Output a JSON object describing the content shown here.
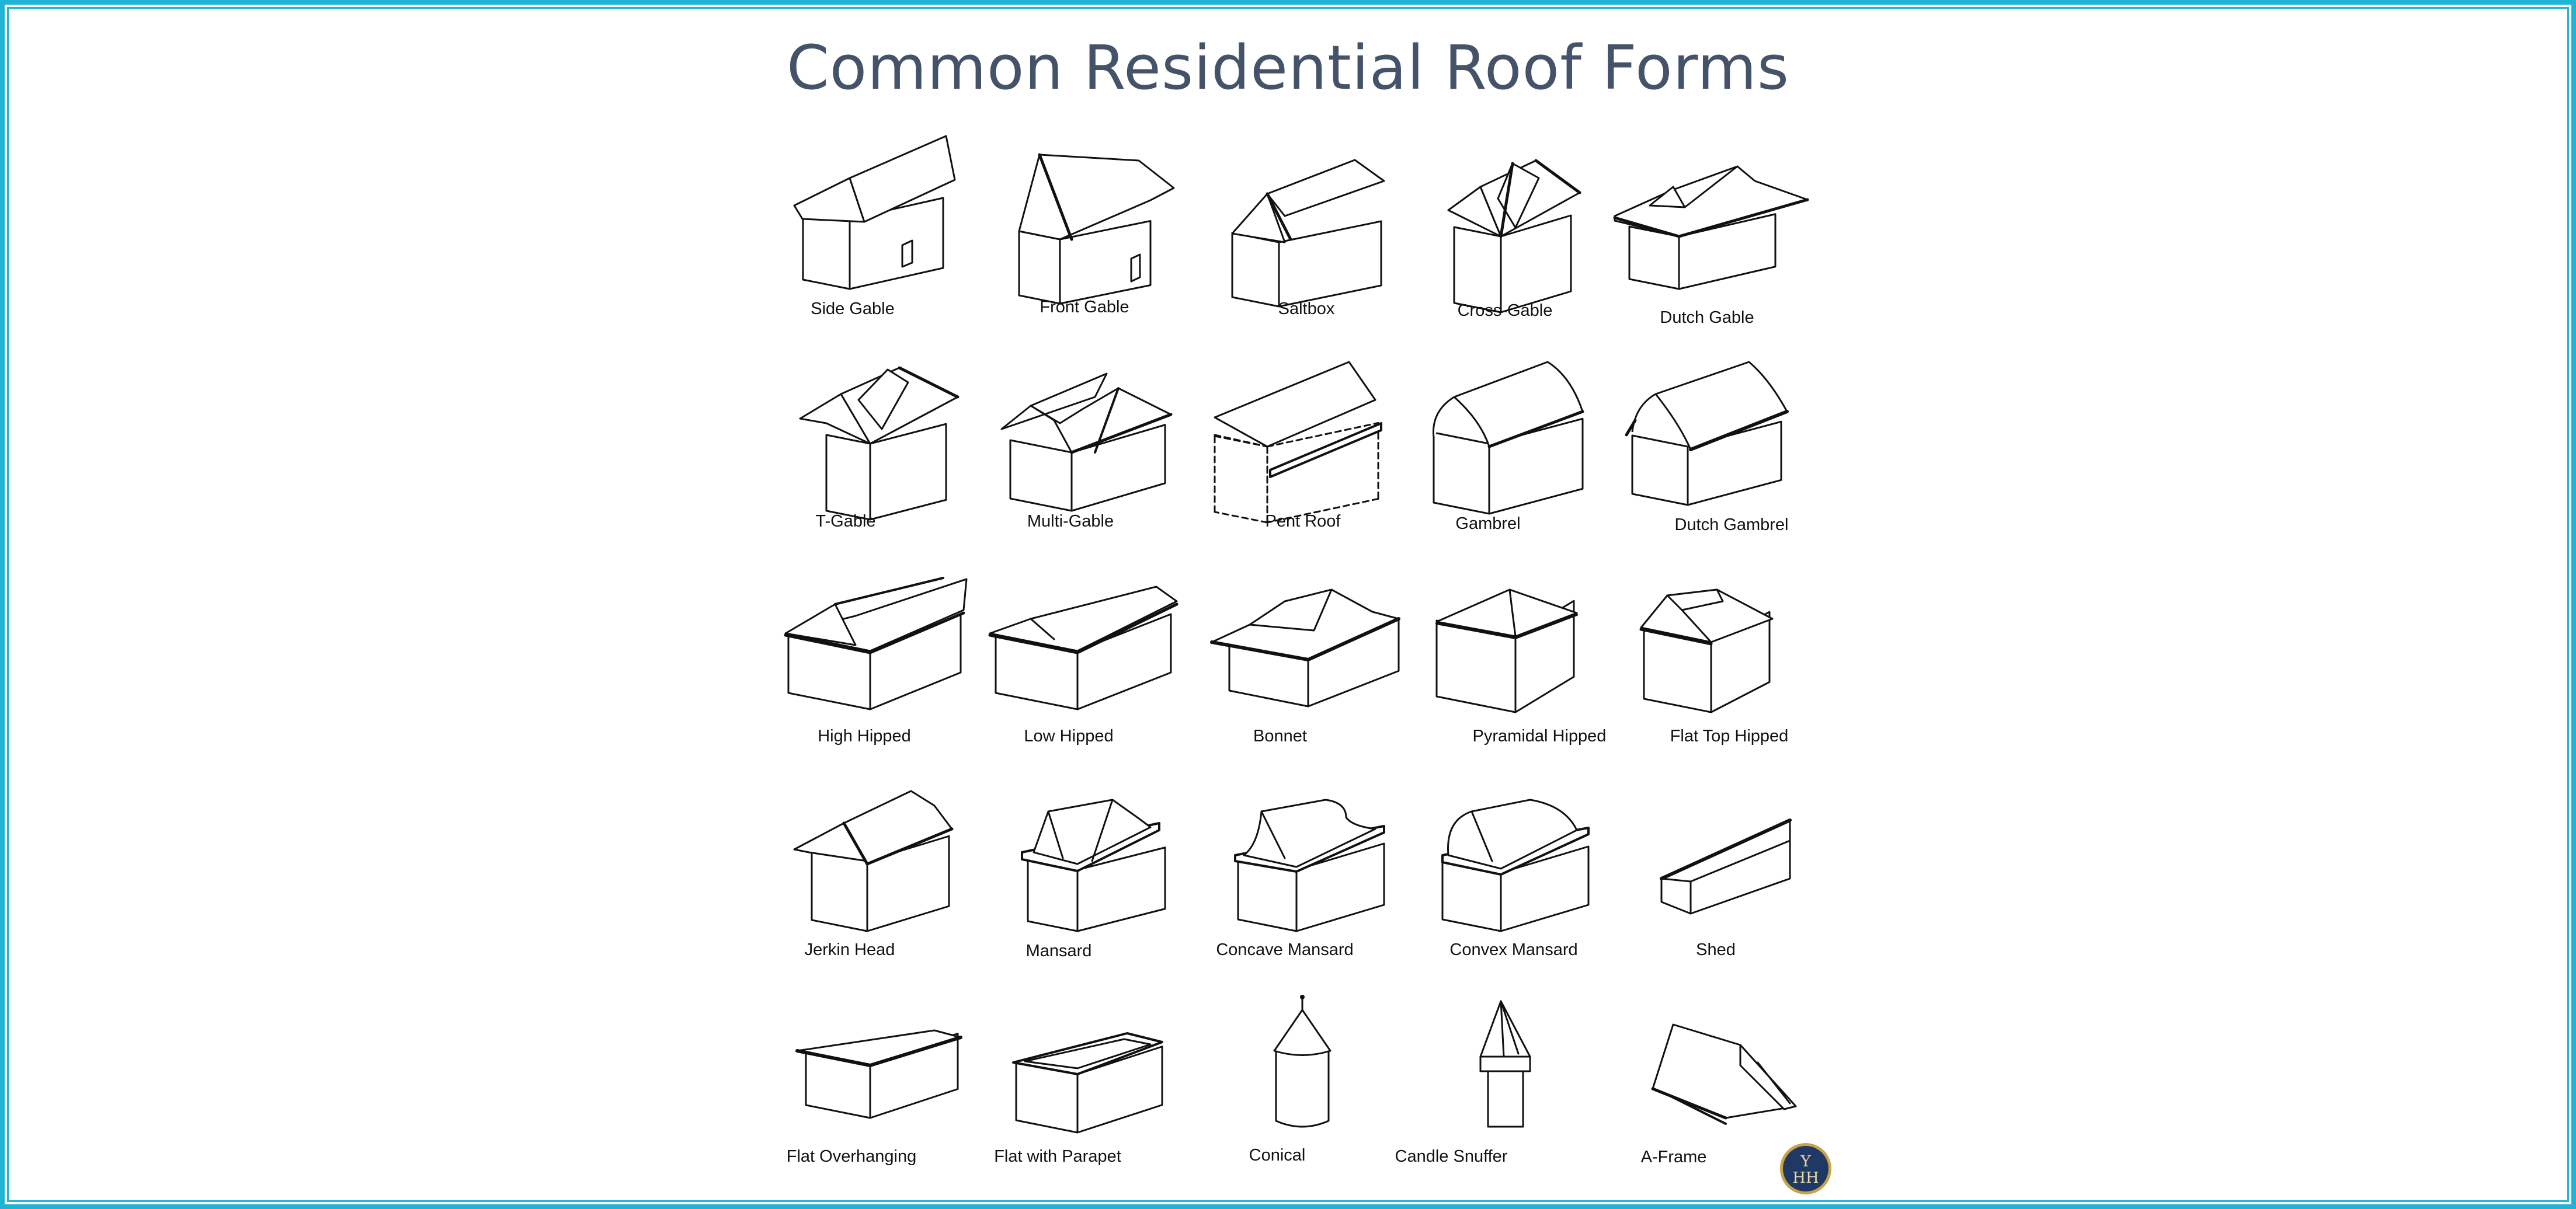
{
  "title": "Common Residential Roof Forms",
  "line_color": "#111111",
  "logo": {
    "letters": "YHH",
    "fill": "#1f3864",
    "ring": "#c9a24a"
  },
  "roof_forms": [
    {
      "label": "Side Gable",
      "icon": "side-gable"
    },
    {
      "label": "Front Gable",
      "icon": "front-gable"
    },
    {
      "label": "Saltbox",
      "icon": "saltbox"
    },
    {
      "label": "Cross-Gable",
      "icon": "cross-gable"
    },
    {
      "label": "Dutch Gable",
      "icon": "dutch-gable"
    },
    {
      "label": "T-Gable",
      "icon": "t-gable"
    },
    {
      "label": "Multi-Gable",
      "icon": "multi-gable"
    },
    {
      "label": "Pent Roof",
      "icon": "pent-roof"
    },
    {
      "label": "Gambrel",
      "icon": "gambrel"
    },
    {
      "label": "Dutch Gambrel",
      "icon": "dutch-gambrel"
    },
    {
      "label": "High Hipped",
      "icon": "high-hipped"
    },
    {
      "label": "Low Hipped",
      "icon": "low-hipped"
    },
    {
      "label": "Bonnet",
      "icon": "bonnet"
    },
    {
      "label": "Pyramidal Hipped",
      "icon": "pyramidal-hipped"
    },
    {
      "label": "Flat Top Hipped",
      "icon": "flat-top-hipped"
    },
    {
      "label": "Jerkin Head",
      "icon": "jerkin-head"
    },
    {
      "label": "Mansard",
      "icon": "mansard"
    },
    {
      "label": "Concave Mansard",
      "icon": "concave-mansard"
    },
    {
      "label": "Convex Mansard",
      "icon": "convex-mansard"
    },
    {
      "label": "Shed",
      "icon": "shed"
    },
    {
      "label": "Flat Overhanging",
      "icon": "flat-overhanging"
    },
    {
      "label": "Flat with Parapet",
      "icon": "flat-with-parapet"
    },
    {
      "label": "Conical",
      "icon": "conical"
    },
    {
      "label": "Candle Snuffer",
      "icon": "candle-snuffer"
    },
    {
      "label": "A-Frame",
      "icon": "a-frame"
    }
  ]
}
